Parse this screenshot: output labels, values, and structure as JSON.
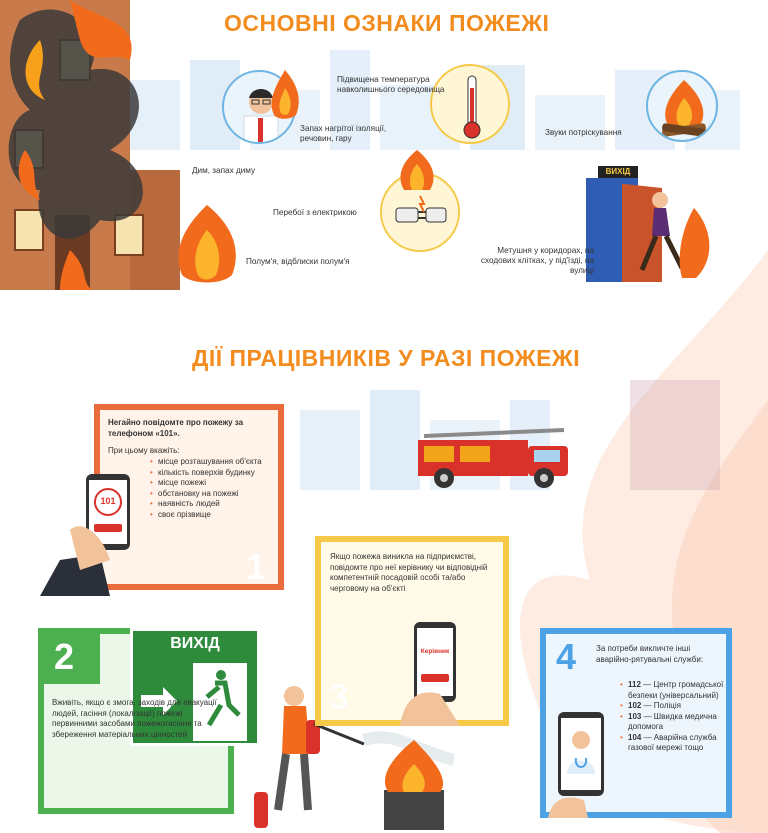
{
  "sections": {
    "signs_title": "ОСНОВНІ ОЗНАКИ ПОЖЕЖІ",
    "actions_title": "ДІЇ ПРАЦІВНИКІВ У РАЗІ ПОЖЕЖІ"
  },
  "signs": [
    {
      "label": "Підвищена температура навколишнього середовища"
    },
    {
      "label": "Запах нагрітої ізоляції, речовин, гару"
    },
    {
      "label": "Звуки потріскування"
    },
    {
      "label": "Дим, запах диму"
    },
    {
      "label": "Перебої з електрикою"
    },
    {
      "label": "Полум'я, відблиски полум'я"
    },
    {
      "label": "Метушня у коридорах, на сходових клітках, у під'їзді, на вулиці"
    }
  ],
  "exit_labels": {
    "top_door": "ВИХІД",
    "green_sign": "ВИХІД"
  },
  "step1": {
    "number": "1",
    "heading_a": "Негайно повідомте про пожежу за телефоном ",
    "heading_b": "«101».",
    "intro": "При цьому вкажіть:",
    "items": [
      "місце розташування об'єкта",
      "кількість поверхів будинку",
      "місце пожежі",
      "обстановку на пожежі",
      "наявність людей",
      "своє прізвище"
    ],
    "phone_number": "101"
  },
  "step2": {
    "number": "2",
    "text": "Вживіть, якщо є змога, заходів для евакуації людей, гасіння (локалізації) пожежі первинними засобами пожежогасіння та збереження матеріальних цінностей"
  },
  "step3": {
    "number": "3",
    "text": "Якщо пожежа виникла на підприємстві, повідомте про неї керівнику чи відповідній компетентній посадовій особі та/або черговому на об'єкті",
    "phone_label": "Керівник"
  },
  "step4": {
    "number": "4",
    "intro": "За потреби викличте інші аварійно-рятувальні служби:",
    "services": [
      {
        "code": "112",
        "desc": " — Центр громадської безпеки (універсальний)"
      },
      {
        "code": "102",
        "desc": " — Поліція"
      },
      {
        "code": "103",
        "desc": " — Швидка медична допомога"
      },
      {
        "code": "104",
        "desc": " — Аварійна служба газової мережі тощо"
      }
    ]
  },
  "colors": {
    "title": "#f28c1e",
    "step1": "#ea6b3c",
    "step2": "#4caf50",
    "step3": "#f7c948",
    "step4": "#4da2e6"
  }
}
